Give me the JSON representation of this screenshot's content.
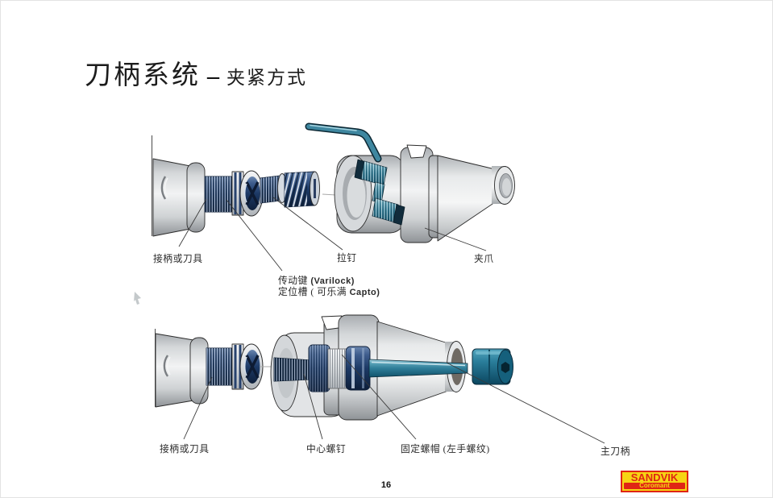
{
  "title": {
    "main": "刀柄系统",
    "dash": "–",
    "sub": "夹紧方式"
  },
  "diagram_top": {
    "labels": {
      "adapter": "接柄或刀具",
      "pull_stud": "拉钉",
      "claw": "夹爪",
      "drive_key_cn": "传动键 ",
      "drive_key_en": "(Varilock)",
      "slot_cn": "定位槽 ( 可乐满 ",
      "slot_en": "Capto)"
    }
  },
  "diagram_bottom": {
    "labels": {
      "adapter": "接柄或刀具",
      "center_screw": "中心螺钉",
      "lock_nut": "固定螺帽 (左手螺纹)",
      "main_holder": "主刀柄"
    }
  },
  "footer": {
    "page_number": "16"
  },
  "logo": {
    "brand": "SANDVIK",
    "sub": "Coromant"
  },
  "colors": {
    "teal": "#2f7e99",
    "navy": "#1d3a66",
    "metal_gray": "#d4d7d9",
    "logo_yellow": "#f6d413",
    "logo_red": "#e02514",
    "text": "#2a2a2a"
  }
}
